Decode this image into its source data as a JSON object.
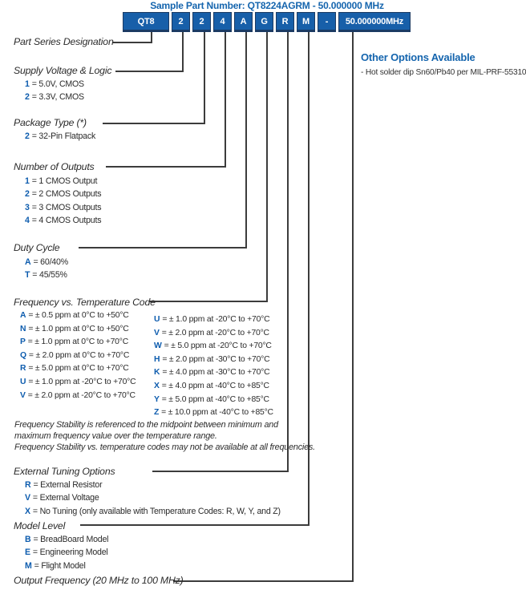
{
  "colors": {
    "accent_blue": "#1565ae",
    "box_fill": "#175fa9",
    "box_border": "#1b3a63",
    "code_blue": "#0d5cae",
    "text_dark": "#2a2a2a",
    "line": "#3c3c3c"
  },
  "header": {
    "sample_label": "Sample Part Number: QT8224AGRM - 50.000000 MHz",
    "boxes": [
      "QT8",
      "2",
      "2",
      "4",
      "A",
      "G",
      "R",
      "M",
      "-",
      "50.000000MHz"
    ]
  },
  "other_options": {
    "title": "Other Options Available",
    "item": "- Hot solder dip Sn60/Pb40 per MIL-PRF-55310"
  },
  "sections": {
    "part_series": {
      "title": "Part Series Designation"
    },
    "supply_voltage": {
      "title": "Supply Voltage & Logic",
      "items": [
        {
          "code": "1",
          "desc": "= 5.0V, CMOS"
        },
        {
          "code": "2",
          "desc": "= 3.3V, CMOS"
        }
      ]
    },
    "package_type": {
      "title": "Package Type (*)",
      "items": [
        {
          "code": "2",
          "desc": "= 32-Pin Flatpack"
        }
      ]
    },
    "number_of_outputs": {
      "title": "Number of Outputs",
      "items": [
        {
          "code": "1",
          "desc": "= 1 CMOS Output"
        },
        {
          "code": "2",
          "desc": "= 2 CMOS Outputs"
        },
        {
          "code": "3",
          "desc": "= 3 CMOS Outputs"
        },
        {
          "code": "4",
          "desc": "= 4 CMOS Outputs"
        }
      ]
    },
    "duty_cycle": {
      "title": "Duty Cycle",
      "items": [
        {
          "code": "A",
          "desc": "= 60/40%"
        },
        {
          "code": "T",
          "desc": "= 45/55%"
        }
      ]
    },
    "freq_temp": {
      "title": "Frequency vs. Temperature Code",
      "left_items": [
        {
          "code": "A",
          "desc": "= ± 0.5 ppm at 0°C to +50°C"
        },
        {
          "code": "N",
          "desc": "= ± 1.0 ppm at 0°C to +50°C"
        },
        {
          "code": "P",
          "desc": "= ± 1.0 ppm at 0°C to +70°C"
        },
        {
          "code": "Q",
          "desc": "= ± 2.0 ppm at 0°C to +70°C"
        },
        {
          "code": "R",
          "desc": "= ± 5.0 ppm at 0°C to +70°C"
        },
        {
          "code": "U",
          "desc": "= ± 1.0 ppm at -20°C to +70°C"
        },
        {
          "code": "V",
          "desc": "= ± 2.0 ppm at -20°C to +70°C"
        }
      ],
      "right_items": [
        {
          "code": "U",
          "desc": "= ± 1.0 ppm at -20°C to +70°C"
        },
        {
          "code": "V",
          "desc": "= ± 2.0 ppm at -20°C to +70°C"
        },
        {
          "code": "W",
          "desc": "= ± 5.0 ppm at -20°C to +70°C"
        },
        {
          "code": "H",
          "desc": "= ± 2.0 ppm at -30°C to +70°C"
        },
        {
          "code": "K",
          "desc": "= ± 4.0 ppm at -30°C to +70°C"
        },
        {
          "code": "X",
          "desc": "= ± 4.0 ppm at -40°C to +85°C"
        },
        {
          "code": "Y",
          "desc": "= ± 5.0 ppm at -40°C to +85°C"
        },
        {
          "code": "Z",
          "desc": "= ± 10.0 ppm at -40°C to +85°C"
        }
      ],
      "notes": [
        "Frequency Stability is referenced to the midpoint between minimum and maximum frequency value over the temperature range.",
        "Frequency Stability vs. temperature codes may not be available at all frequencies."
      ]
    },
    "external_tuning": {
      "title": "External Tuning Options",
      "items": [
        {
          "code": "R",
          "desc": "= External Resistor"
        },
        {
          "code": "V",
          "desc": "= External Voltage"
        },
        {
          "code": "X",
          "desc": "= No Tuning (only available with Temperature Codes: R, W, Y, and Z)"
        }
      ]
    },
    "model_level": {
      "title": "Model Level",
      "items": [
        {
          "code": "B",
          "desc": "= BreadBoard Model"
        },
        {
          "code": "E",
          "desc": "= Engineering Model"
        },
        {
          "code": "M",
          "desc": "= Flight Model"
        }
      ]
    },
    "output_frequency": {
      "title": "Output Frequency (20 MHz to 100 MHz)"
    }
  }
}
